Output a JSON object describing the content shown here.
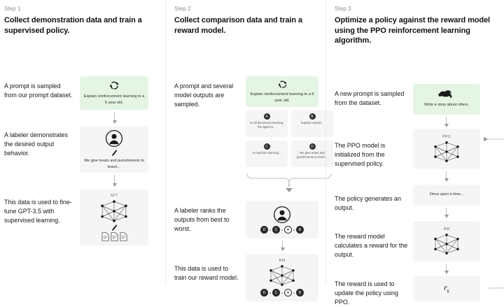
{
  "steps": [
    {
      "label": "Step 1",
      "title": "Collect demonstration data and train a supervised policy.",
      "captions": [
        "A prompt is sampled from our prompt dataset.",
        "A labeler demonstrates the desired output behavior.",
        "This data is used to fine-tune GPT-3.5 with supervised learning."
      ],
      "prompt_card": {
        "icon": "recycle-icon",
        "text": "Explain reinforcement learning to a 6 year old."
      },
      "labeler_card": {
        "icon": "person-circle-icon",
        "pen": "pencil-icon",
        "text": "We give treats and punishments to teach..."
      },
      "model_card": {
        "tag": "SFT",
        "icon": "neural-network-icon",
        "pen": "pencil-icon",
        "docs": "document-icon"
      }
    },
    {
      "label": "Step 2",
      "title": "Collect comparison data and train a reward model.",
      "captions": [
        "A prompt and several model outputs are sampled.",
        "A labeler ranks the outputs from best to worst.",
        "This data is used to train our reward model."
      ],
      "prompt_card": {
        "icon": "recycle-icon",
        "text": "Explain reinforcement learning to a 6 year old."
      },
      "outputs": [
        {
          "letter": "A",
          "text": "In reinforcement learning, the agent is..."
        },
        {
          "letter": "B",
          "text": "Explain reward..."
        },
        {
          "letter": "C",
          "text": "In machine learning..."
        },
        {
          "letter": "D",
          "text": "We give treats and punishments to teach..."
        }
      ],
      "ranking": [
        "D",
        "C",
        "A",
        "B"
      ],
      "reward_card": {
        "tag": "RM",
        "icon": "neural-network-icon",
        "ranking": [
          "D",
          "C",
          "A",
          "B"
        ]
      }
    },
    {
      "label": "Step 3",
      "title": "Optimize a policy against the reward model using the PPO reinforcement learning algorithm.",
      "captions": [
        "A new prompt is sampled from the dataset.",
        "The PPO model is initialized from the supervised policy.",
        "The policy generates an output.",
        "The reward model calculates a reward for the output.",
        "The reward is used to update the policy using PPO."
      ],
      "prompt_card": {
        "icon": "otter-icon",
        "text": "Write a story about otters."
      },
      "ppo_card": {
        "tag": "PPO",
        "icon": "neural-network-icon"
      },
      "output_card": {
        "text": "Once upon a time..."
      },
      "rm_card": {
        "tag": "RM",
        "icon": "neural-network-icon"
      },
      "reward_card": {
        "symbol": "r",
        "subscript": "k"
      }
    }
  ],
  "colors": {
    "prompt_green": "#e5f5e4",
    "card_gray": "#f5f5f5",
    "arrow_gray": "#bdbdbd",
    "text": "#1a1a1a",
    "muted": "#8c8c8c"
  }
}
